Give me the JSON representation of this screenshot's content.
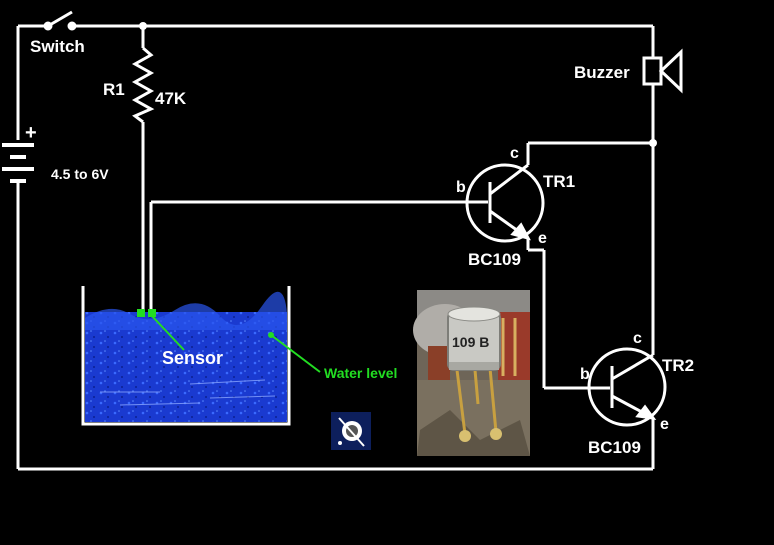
{
  "labels": {
    "switch": "Switch",
    "r1": "R1",
    "r1_value": "47K",
    "battery_plus": "+",
    "battery_voltage": "4.5 to 6V",
    "buzzer": "Buzzer",
    "tr1_c": "c",
    "tr1_b": "b",
    "tr1_e": "e",
    "tr1_name": "TR1",
    "tr1_part": "BC109",
    "tr2_c": "c",
    "tr2_b": "b",
    "tr2_e": "e",
    "tr2_name": "TR2",
    "tr2_part": "BC109",
    "sensor": "Sensor",
    "water_level": "Water level"
  },
  "photo_marking": "109 B",
  "colors": {
    "background": "#000000",
    "wire": "#ffffff",
    "annotation": "#22dd22",
    "water": "#1b3fd6"
  }
}
